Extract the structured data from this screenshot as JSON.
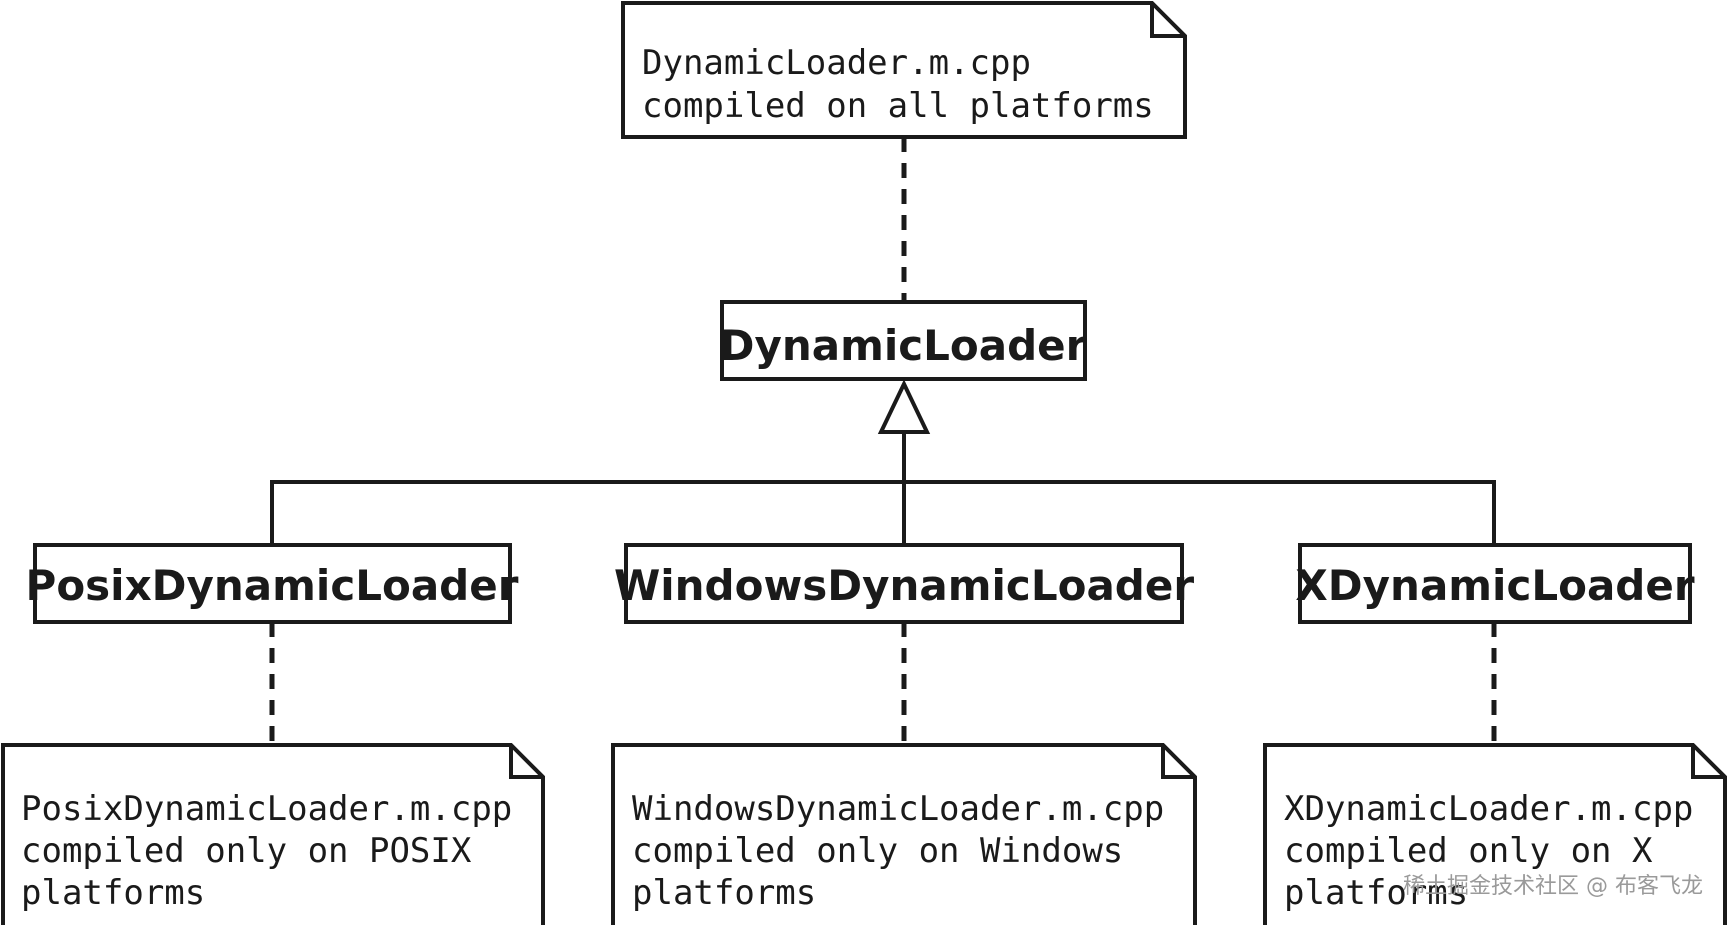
{
  "diagram": {
    "top_note": {
      "line1": "DynamicLoader.m.cpp",
      "line2": "compiled on all platforms"
    },
    "base_class": {
      "name": "DynamicLoader"
    },
    "subclasses": [
      {
        "name": "PosixDynamicLoader",
        "note": {
          "line1": "PosixDynamicLoader.m.cpp",
          "line2": "compiled only on POSIX",
          "line3": "platforms"
        }
      },
      {
        "name": "WindowsDynamicLoader",
        "note": {
          "line1": "WindowsDynamicLoader.m.cpp",
          "line2": "compiled only on Windows",
          "line3": "platforms"
        }
      },
      {
        "name": "XDynamicLoader",
        "note": {
          "line1": "XDynamicLoader.m.cpp",
          "line2": "compiled only on X",
          "line3": "platforms"
        }
      }
    ]
  },
  "watermark": "稀土掘金技术社区 @ 布客飞龙",
  "colors": {
    "stroke": "#1a1a1a",
    "background": "#ffffff",
    "watermark": "#9a9a9a"
  }
}
